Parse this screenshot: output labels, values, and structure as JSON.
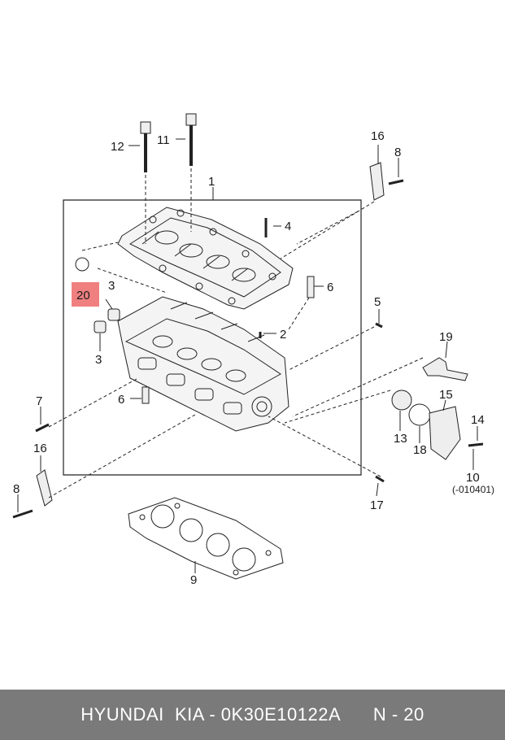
{
  "diagram": {
    "callouts": {
      "c1": "1",
      "c2": "2",
      "c3a": "3",
      "c3b": "3",
      "c4": "4",
      "c5": "5",
      "c6a": "6",
      "c6b": "6",
      "c7": "7",
      "c8a": "8",
      "c8b": "8",
      "c9": "9",
      "c10": "10",
      "c10_note": "(-010401)",
      "c11": "11",
      "c12": "12",
      "c13": "13",
      "c14": "14",
      "c15": "15",
      "c16a": "16",
      "c16b": "16",
      "c17": "17",
      "c18": "18",
      "c19": "19",
      "c20": "20"
    },
    "highlight_color": "#f08080"
  },
  "footer": {
    "brand": "HYUNDAI  KIA - 0K30E10122A",
    "position": "N - 20"
  }
}
